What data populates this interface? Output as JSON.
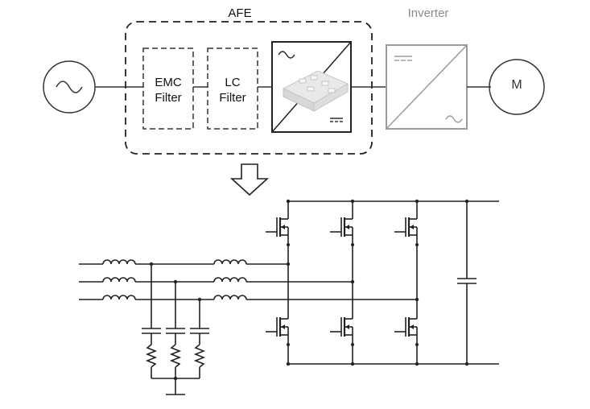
{
  "labels": {
    "afe": "AFE",
    "inverter": "Inverter",
    "emc_line1": "EMC",
    "emc_line2": "Filter",
    "lc_line1": "LC",
    "lc_line2": "Filter",
    "motor": "M"
  },
  "icons": {
    "ac_source": "sine-wave-in-circle-icon",
    "power_module": "igbt-module-image",
    "arrow": "down-arrow-icon",
    "motor": "motor-circle-icon"
  },
  "colors": {
    "stroke": "#333333",
    "inverter_stroke": "#9a9a9a",
    "module_fill": "#e9e9e9"
  }
}
